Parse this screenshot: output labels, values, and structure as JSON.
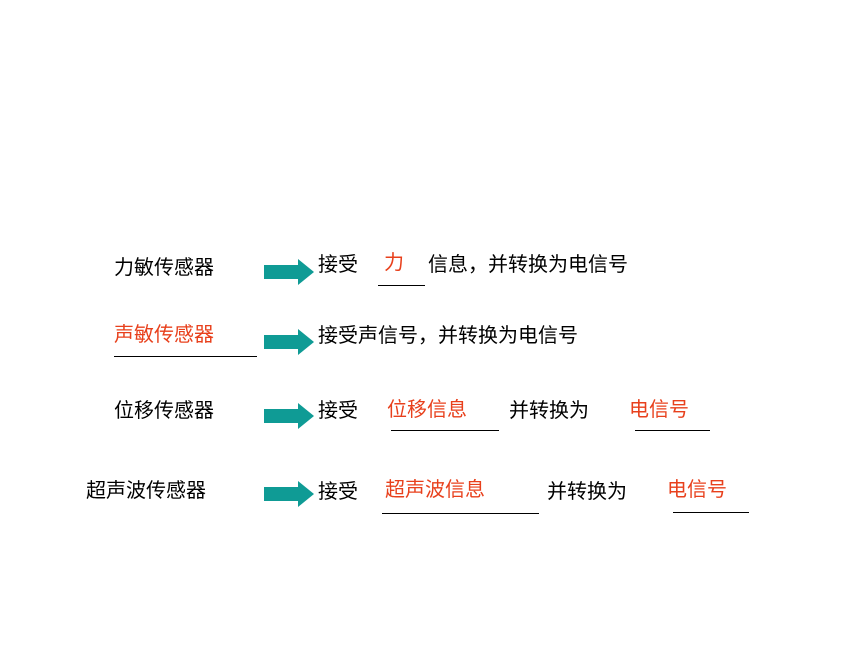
{
  "colors": {
    "text": "#000000",
    "answer": "#e8401c",
    "arrow": "#0f9b95"
  },
  "rows": [
    {
      "sensor": "力敏传感器",
      "sensor_is_answer": false,
      "parts": [
        "接受",
        "力",
        "信息，并转换为电信号"
      ]
    },
    {
      "sensor": "声敏传感器",
      "sensor_is_answer": true,
      "parts": [
        "接受声信号，并转换为电信号"
      ]
    },
    {
      "sensor": "位移传感器",
      "sensor_is_answer": false,
      "parts": [
        "接受",
        "位移信息",
        "并转换为",
        "电信号"
      ]
    },
    {
      "sensor": "超声波传感器",
      "sensor_is_answer": false,
      "parts": [
        "接受",
        "超声波信息",
        "并转换为",
        "电信号"
      ]
    }
  ]
}
